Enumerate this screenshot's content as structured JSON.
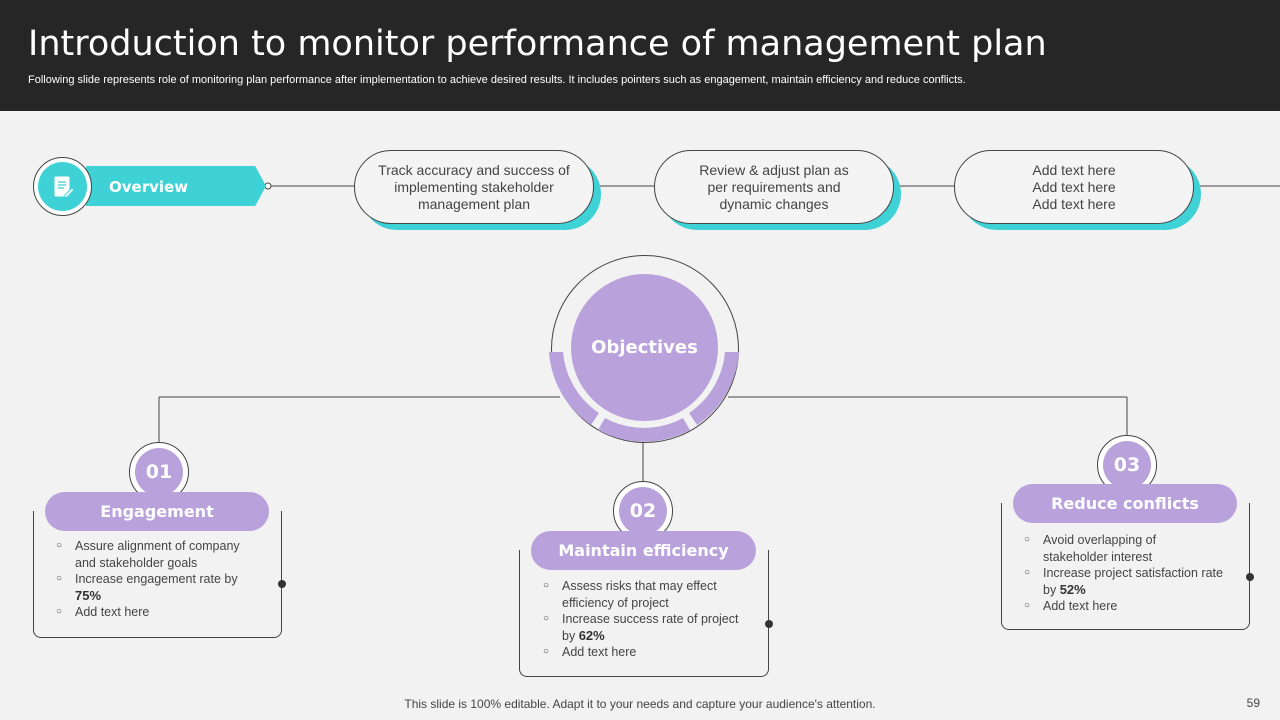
{
  "header": {
    "title": "Introduction to monitor performance of management plan",
    "subtitle": "Following slide represents role of monitoring plan performance after implementation to achieve desired results. It includes pointers such as engagement, maintain efficiency and reduce conflicts."
  },
  "overview": {
    "label": "Overview",
    "icon": "document-icon",
    "pills": [
      "Track accuracy and success of\nimplementing stakeholder\nmanagement plan",
      "Review & adjust plan as\nper requirements and\ndynamic changes",
      "Add text here\nAdd text here\nAdd text here"
    ]
  },
  "objectives": {
    "label": "Objectives",
    "items": [
      {
        "number": "01",
        "title": "Engagement",
        "bullets": [
          {
            "text": "Assure alignment of company and stakeholder goals",
            "bold": ""
          },
          {
            "text": "Increase engagement rate by ",
            "bold": "75%"
          },
          {
            "text": "Add text here",
            "bold": ""
          }
        ]
      },
      {
        "number": "02",
        "title": "Maintain efficiency",
        "bullets": [
          {
            "text": "Assess risks that may effect efficiency of project",
            "bold": ""
          },
          {
            "text": "Increase success rate of project by ",
            "bold": "62%"
          },
          {
            "text": "Add text here",
            "bold": ""
          }
        ]
      },
      {
        "number": "03",
        "title": "Reduce conflicts",
        "bullets": [
          {
            "text": "Avoid overlapping of stakeholder interest",
            "bold": ""
          },
          {
            "text": "Increase project satisfaction rate by ",
            "bold": "52%"
          },
          {
            "text": "Add text here",
            "bold": ""
          }
        ]
      }
    ]
  },
  "colors": {
    "header_bg": "#262626",
    "accent_teal": "#3ed2d6",
    "accent_purple": "#b9a2dc"
  },
  "footer": {
    "note": "This slide is 100% editable. Adapt it to your needs and capture your audience's attention.",
    "page_number": "59"
  }
}
